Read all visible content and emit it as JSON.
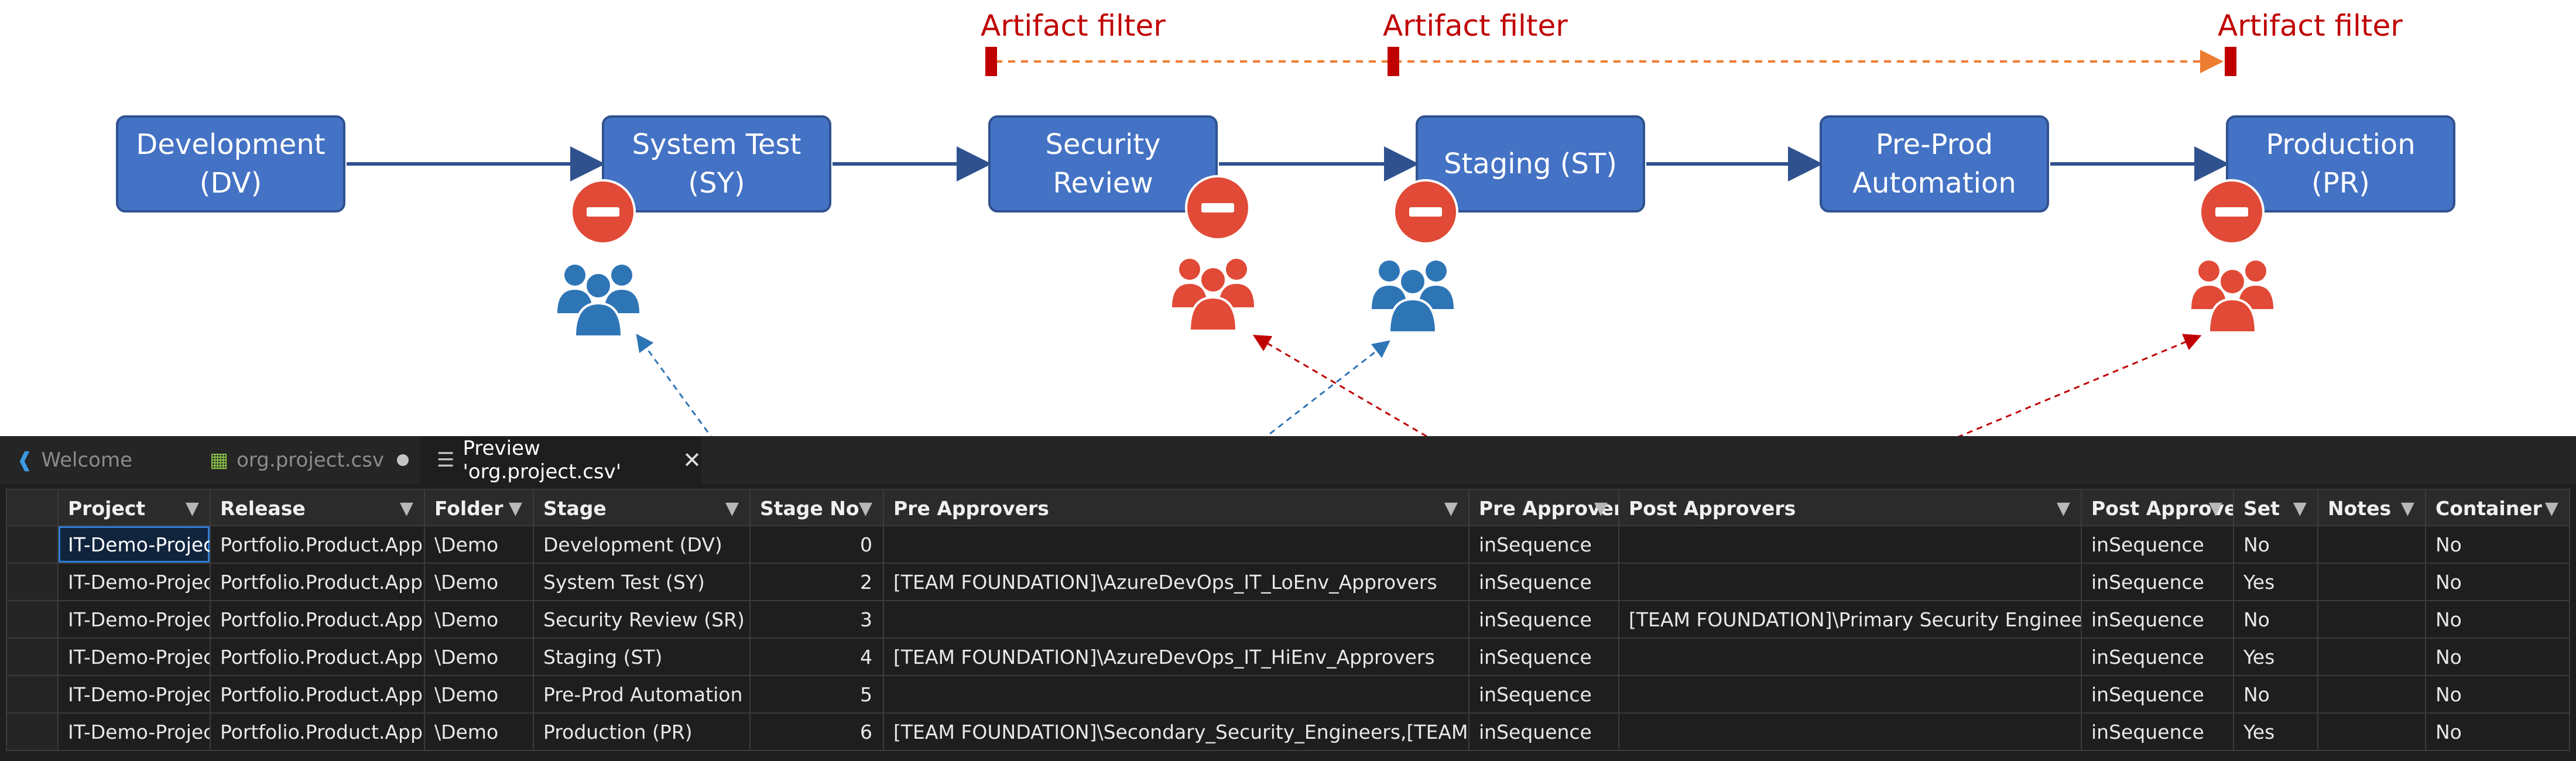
{
  "diagram": {
    "stages": [
      {
        "id": "dv",
        "label": "Development\n(DV)"
      },
      {
        "id": "sy",
        "label": "System Test\n(SY)"
      },
      {
        "id": "sr",
        "label": "Security\nReview"
      },
      {
        "id": "st",
        "label": "Staging (ST)"
      },
      {
        "id": "pp",
        "label": "Pre-Prod\nAutomation"
      },
      {
        "id": "pr",
        "label": "Production\n(PR)"
      }
    ],
    "artifact_filters": [
      "Artifact filter",
      "Artifact filter",
      "Artifact filter"
    ],
    "colors": {
      "stage_fill": "#4472c4",
      "stage_border": "#2f528f",
      "filter": "#c00000",
      "approver_blue": "#2e75b6",
      "approver_red": "#e04a36",
      "dashed_orange": "#ed7d31"
    }
  },
  "editor": {
    "tabs": [
      {
        "label": "Welcome",
        "icon": "vscode-icon"
      },
      {
        "label": "org.project.csv",
        "icon": "csv-file-icon",
        "modified": true
      },
      {
        "label": "Preview 'org.project.csv'",
        "icon": "preview-icon",
        "active": true
      }
    ],
    "columns": [
      "Project",
      "Release",
      "Folder",
      "Stage",
      "Stage No",
      "Pre Approvers",
      "Pre Approver M",
      "Post Approvers",
      "Post Approver I",
      "Set",
      "Notes",
      "Container"
    ],
    "rows": [
      [
        "IT-Demo-Project",
        "Portfolio.Product.App",
        "\\Demo",
        "Development (DV)",
        "0",
        "",
        "inSequence",
        "",
        "inSequence",
        "No",
        "",
        "No"
      ],
      [
        "IT-Demo-Project",
        "Portfolio.Product.App",
        "\\Demo",
        "System Test (SY)",
        "2",
        "[TEAM FOUNDATION]\\AzureDevOps_IT_LoEnv_Approvers",
        "inSequence",
        "",
        "inSequence",
        "Yes",
        "",
        "No"
      ],
      [
        "IT-Demo-Project",
        "Portfolio.Product.App",
        "\\Demo",
        "Security Review (SR)",
        "3",
        "",
        "inSequence",
        "[TEAM FOUNDATION]\\Primary Security Engineers",
        "inSequence",
        "No",
        "",
        "No"
      ],
      [
        "IT-Demo-Project",
        "Portfolio.Product.App",
        "\\Demo",
        "Staging (ST)",
        "4",
        "[TEAM FOUNDATION]\\AzureDevOps_IT_HiEnv_Approvers",
        "inSequence",
        "",
        "inSequence",
        "Yes",
        "",
        "No"
      ],
      [
        "IT-Demo-Project",
        "Portfolio.Product.App",
        "\\Demo",
        "Pre-Prod Automation",
        "5",
        "",
        "inSequence",
        "",
        "inSequence",
        "No",
        "",
        "No"
      ],
      [
        "IT-Demo-Project",
        "Portfolio.Product.App",
        "\\Demo",
        "Production (PR)",
        "6",
        "[TEAM FOUNDATION]\\Secondary_Security_Engineers,[TEAM FOUNDATION]",
        "inSequence",
        "",
        "inSequence",
        "Yes",
        "",
        "No"
      ]
    ]
  }
}
